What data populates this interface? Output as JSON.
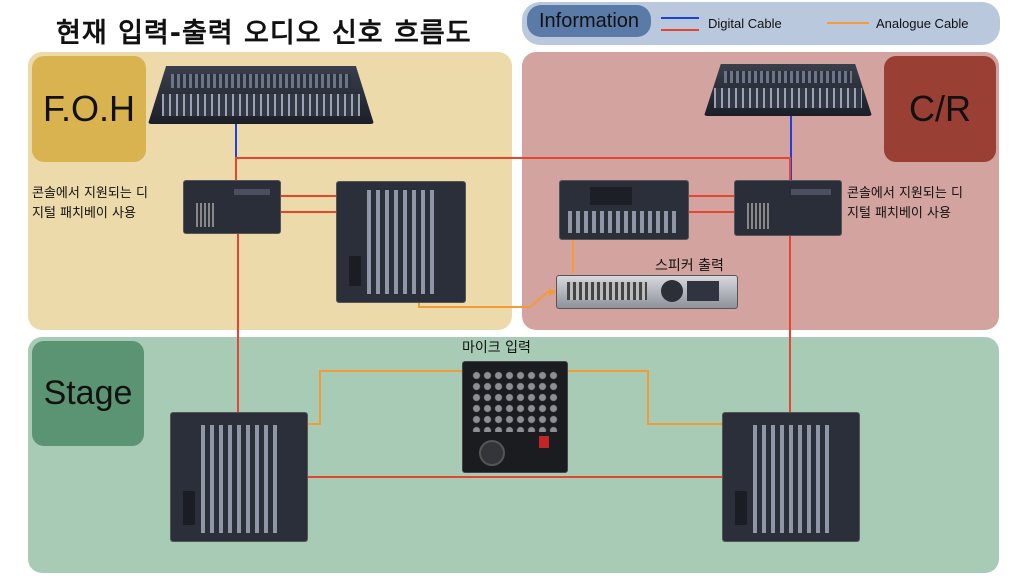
{
  "title": "현재 입력-출력 오디오 신호 흐름도",
  "legend": {
    "heading": "Information",
    "digital_label": "Digital Cable",
    "analogue_label": "Analogue Cable"
  },
  "zones": {
    "foh": "F.O.H",
    "cr": "C/R",
    "stage": "Stage"
  },
  "notes": {
    "foh_patchbay": "콘솔에서 지원되는 디\n지털 패치베이 사용",
    "cr_patchbay": "콘솔에서 지원되는 디\n지털 패치베이 사용",
    "speaker_out": "스피커 출력",
    "mic_in": "마이크 입력"
  },
  "colors": {
    "foh_bg": "#ecdaaa",
    "cr_bg": "#d3a3a0",
    "stage_bg": "#a7cbb5",
    "foh_tag": "#d9b34f",
    "cr_tag": "#9a3f34",
    "stage_tag": "#5b9472",
    "legend_bg": "#b9c8dc",
    "legend_tag": "#5a7aa8",
    "digital_blue": "#1f3fe0",
    "digital_red": "#e8452e",
    "analogue": "#f29c38"
  }
}
